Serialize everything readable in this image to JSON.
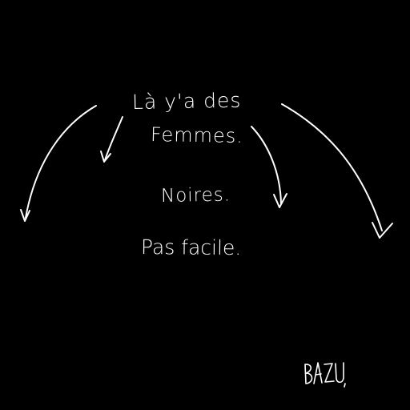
{
  "background_color": "#000000",
  "ink_color": "#ffffff",
  "text": {
    "line1": "Là y'a des",
    "line2": "Femmes.",
    "line3": "Noires.",
    "line4": "Pas facile."
  },
  "signature": "BAZU",
  "arrows": [
    {
      "name": "far-left-arrow",
      "direction": "down-left"
    },
    {
      "name": "inner-left-arrow",
      "direction": "down-left"
    },
    {
      "name": "inner-right-arrow",
      "direction": "down-right"
    },
    {
      "name": "far-right-arrow",
      "direction": "down-right"
    }
  ]
}
